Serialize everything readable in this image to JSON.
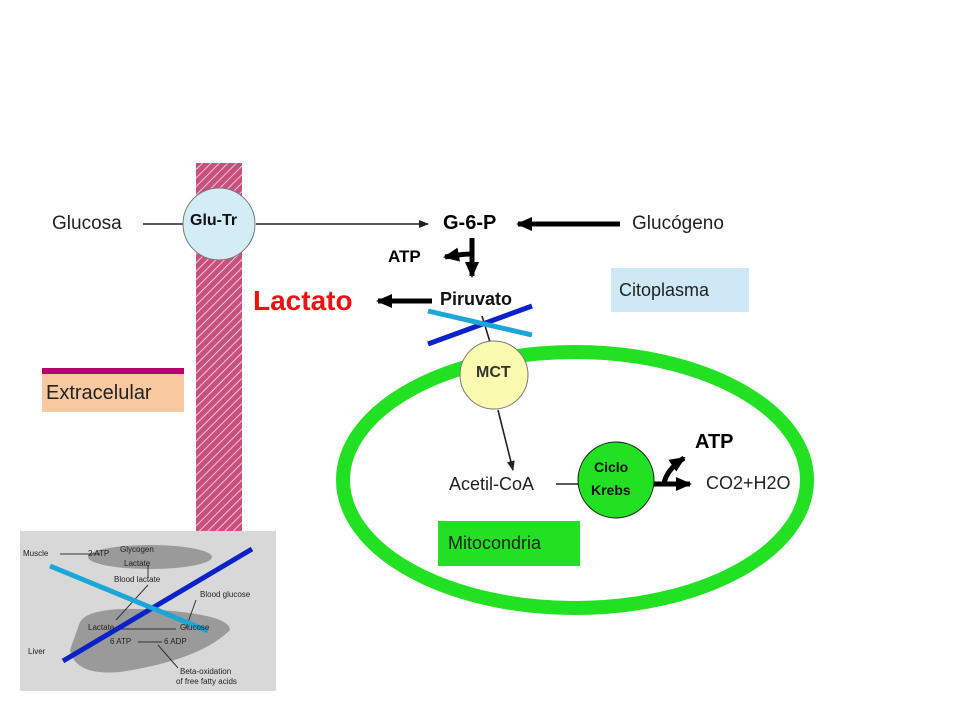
{
  "diagram": {
    "labels": {
      "glucosa": "Glucosa",
      "glu_tr": "Glu-Tr",
      "g6p": "G-6-P",
      "glucogeno": "Glucógeno",
      "atp_top": "ATP",
      "lactato": "Lactato",
      "piruvato": "Piruvato",
      "citoplasma": "Citoplasma",
      "extracelular": "Extracelular",
      "mct": "MCT",
      "acetil_coa": "Acetil-CoA",
      "ciclo": "Ciclo",
      "krebs": "Krebs",
      "atp_mito": "ATP",
      "co2_h2o": "CO2+H2O",
      "mitocondria": "Mitocondria"
    },
    "inset": {
      "muscle": "Muscle",
      "two_atp": "2 ATP",
      "glycogen": "Glycogen",
      "lactate_muscle": "Lactate",
      "blood_lactate": "Blood lactate",
      "blood_glucose": "Blood glucose",
      "lactate_liver": "Lactate",
      "glucose_liver": "Glucose",
      "six_atp": "6 ATP",
      "six_adp": "6 ADP",
      "liver": "Liver",
      "beta_ox_1": "Beta-oxidation",
      "beta_ox_2": "of free fatty acids"
    },
    "colors": {
      "membrane": "#c8507c",
      "transporter_fill": "#d4ecf6",
      "mct_fill": "#fafab0",
      "mitochondria_ring": "#22e022",
      "krebs_fill": "#22e022",
      "lactato_text": "#ee1111",
      "citoplasma_box": "#cfe8f5",
      "extracelular_box": "#f8c9a0",
      "extracelular_bar": "#b8006f",
      "mitocondria_box": "#22e022",
      "cross_dark": "#0a22c8",
      "cross_light": "#1aa6d6",
      "inset_bg": "#d8d8d8"
    }
  }
}
